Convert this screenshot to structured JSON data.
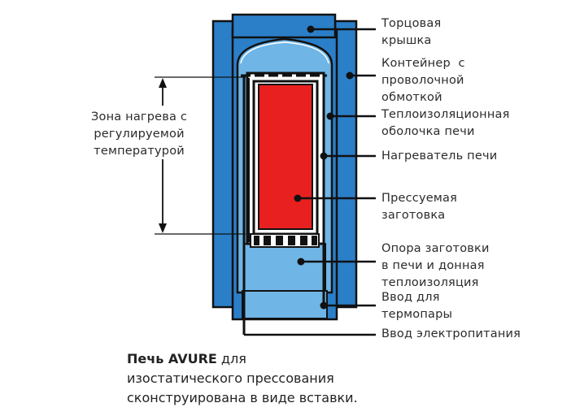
{
  "zone_label": [
    "Зона нагрева с",
    "регулируемой",
    "температурой"
  ],
  "labels": {
    "end_cover": [
      "Торцовая",
      "крышка"
    ],
    "container": [
      "Контейнер  с",
      "проволочной",
      "обмоткой"
    ],
    "insulation": [
      "Теплоизоляционная",
      "оболочка печи"
    ],
    "heater": [
      "Нагреватель печи"
    ],
    "workpiece": [
      "Прессуемая",
      "заготовка"
    ],
    "support": [
      "Опора заготовки",
      "в печи и донная",
      "теплоизоляция"
    ],
    "thermocouple": [
      "Ввод для",
      "термопары"
    ],
    "power": [
      "Ввод электропитания"
    ]
  },
  "caption": {
    "bold": "Печь AVURE",
    "rest": " для",
    "line2": "изостатического прессования",
    "line3": "сконструирована в виде вставки."
  },
  "colors": {
    "outline": "#111111",
    "container_blue": "#2b7fc8",
    "light_blue": "#6fb5e6",
    "workpiece_red": "#e8201f"
  }
}
